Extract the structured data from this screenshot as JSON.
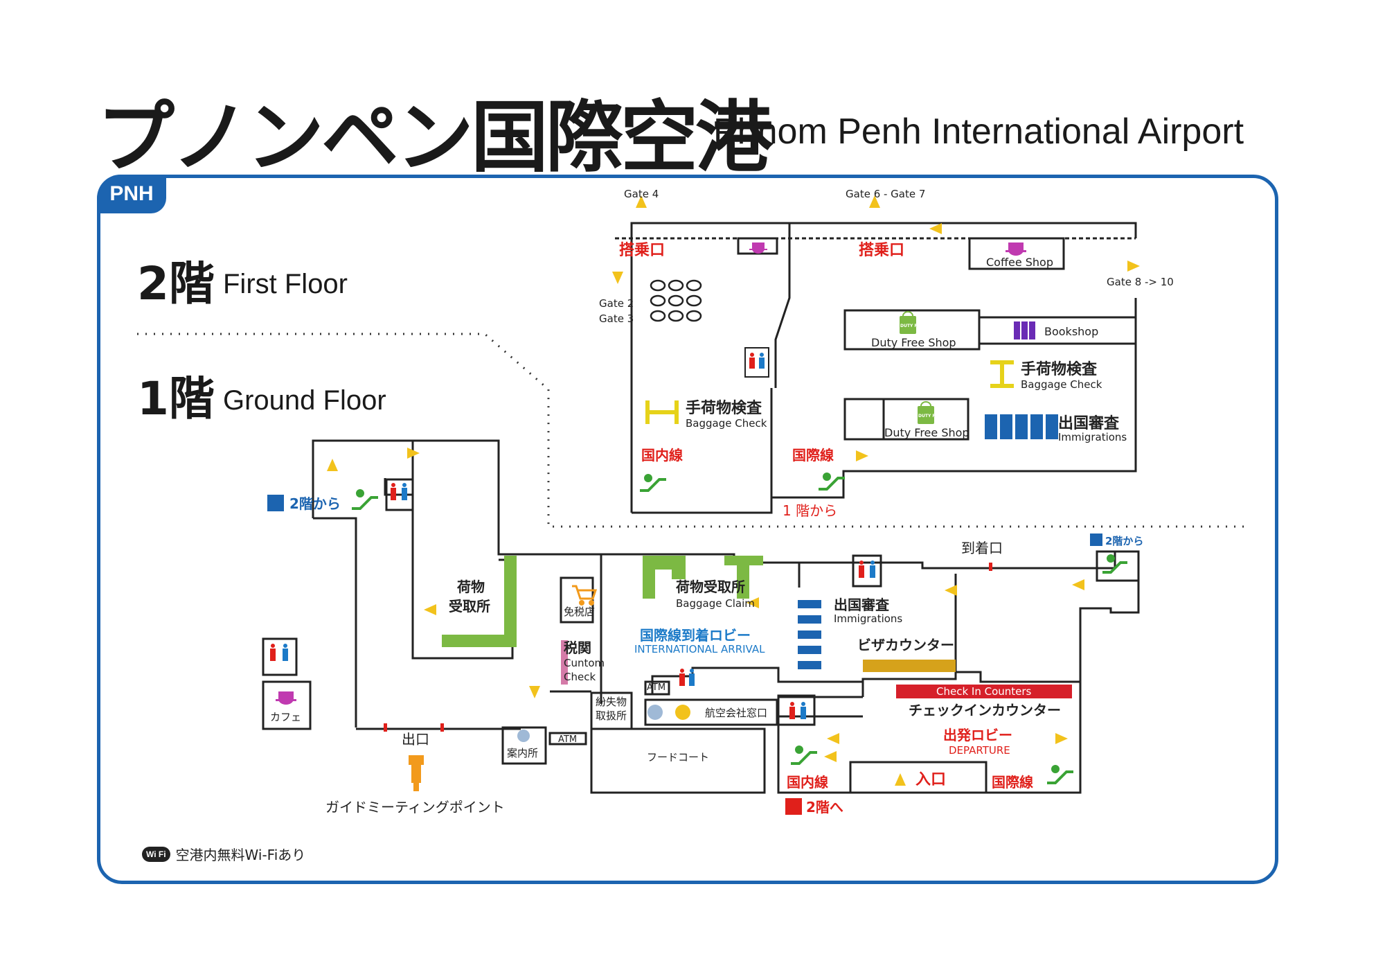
{
  "title": {
    "ja": "プノンペン国際空港",
    "en": "Phnom Penh International Airport"
  },
  "badge": "PNH",
  "floors": {
    "upper": {
      "num": "2階",
      "en": "First Floor"
    },
    "lower": {
      "num": "1階",
      "en": "Ground Floor"
    }
  },
  "first_floor": {
    "gate4": "Gate 4",
    "gate67": "Gate 6 - Gate 7",
    "gate2": "Gate 2",
    "gate3": "Gate 3",
    "gate810": "Gate 8 -> 10",
    "boarding_left": "搭乗口",
    "boarding_right": "搭乗口",
    "coffee_shop": "Coffee Shop",
    "duty_free_1": "Duty Free Shop",
    "duty_free_2": "Duty Free Shop",
    "duty_free_badge": "DUTY FREE",
    "bookshop": "Bookshop",
    "baggage_check_ja_left": "手荷物検査",
    "baggage_check_en_left": "Baggage Check",
    "baggage_check_ja_right": "手荷物検査",
    "baggage_check_en_right": "Baggage Check",
    "immigration_ja": "出国審査",
    "immigration_en": "Immigrations",
    "domestic": "国内線",
    "international": "国際線",
    "from_1f": "1 階から"
  },
  "ground_floor": {
    "from_2f_left": "2階から",
    "from_2f_right": "2階から",
    "baggage_claim_left": "荷物\n受取所",
    "duty_free_store": "免税店",
    "customs_ja": "税関",
    "customs_en_1": "Cuntom",
    "customs_en_2": "Check",
    "baggage_claim_ja": "荷物受取所",
    "baggage_claim_en": "Baggage Claim",
    "intl_arrival_ja": "国際線到着ロビー",
    "intl_arrival_en": "INTERNATIONAL ARRIVAL",
    "arrival_gate": "到着口",
    "immigration_ja": "出国審査",
    "immigration_en": "Immigrations",
    "visa_counter": "ビザカウンター",
    "atm_1": "ATM",
    "atm_2": "ATM",
    "lost_found_1": "紛失物",
    "lost_found_2": "取扱所",
    "airline_counter": "航空会社窓口",
    "info": "案内所",
    "food_court": "フードコート",
    "exit": "出口",
    "cafe": "カフェ",
    "guide_point": "ガイドミーティングポイント",
    "checkin_en": "Check In Counters",
    "checkin_ja": "チェックインカウンター",
    "departure_ja": "出発ロビー",
    "departure_en": "DEPARTURE",
    "entrance": "入口",
    "domestic": "国内線",
    "international": "国際線",
    "to_2f": "2階へ"
  },
  "wifi": {
    "badge": "Wi Fi",
    "text": "空港内無料Wi-Fiあり"
  },
  "colors": {
    "frame": "#1c64b0",
    "red": "#e0201b",
    "green": "#7cb943",
    "arrow": "#f2c21c",
    "blue_text": "#1c7ac8",
    "immig": "#1c64b0"
  }
}
